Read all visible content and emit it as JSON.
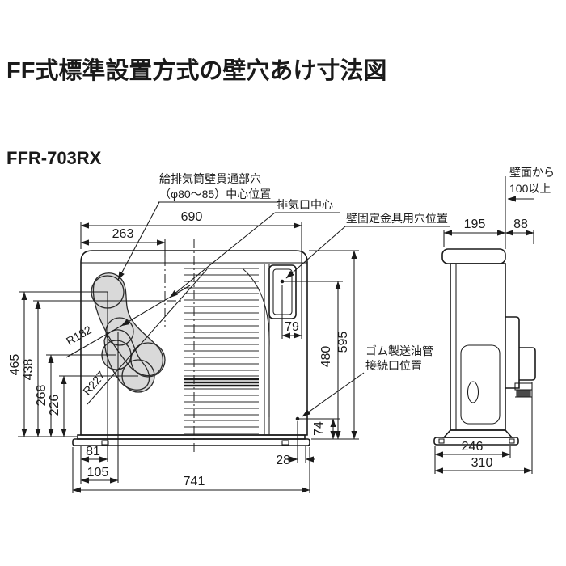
{
  "page": {
    "title": "FF式標準設置方式の壁穴あけ寸法図",
    "model": "FFR-703RX"
  },
  "annotations": {
    "flue_hole_line1": "給排気筒壁貫通部穴",
    "flue_hole_line2": "（φ80～85）中心位置",
    "exhaust_center": "排気口中心",
    "bracket_hole": "壁固定金具用穴位置",
    "oil_pipe_line1": "ゴム製送油管",
    "oil_pipe_line2": "接続口位置",
    "wall_clearance_line1": "壁面から",
    "wall_clearance_line2": "100以上"
  },
  "dimensions": {
    "front": {
      "body_width": "690",
      "exhaust_x": "263",
      "h_top_hole": "465",
      "h_exhaust": "438",
      "h_mid_hole": "268",
      "h_low_hole": "226",
      "radius_upper": "R182",
      "radius_lower": "R227",
      "bracket_offset": "79",
      "bracket_height": "480",
      "total_height": "595",
      "oil_port_height": "74",
      "hole_x1": "81",
      "hole_x2": "105",
      "oil_port_x": "28",
      "base_width": "741"
    },
    "side": {
      "depth": "195",
      "wall_gap": "88",
      "base_depth": "246",
      "total_depth": "310"
    }
  },
  "colors": {
    "line": "#1a1a1a",
    "region_fill": "#d9d9d9",
    "background": "#ffffff"
  }
}
